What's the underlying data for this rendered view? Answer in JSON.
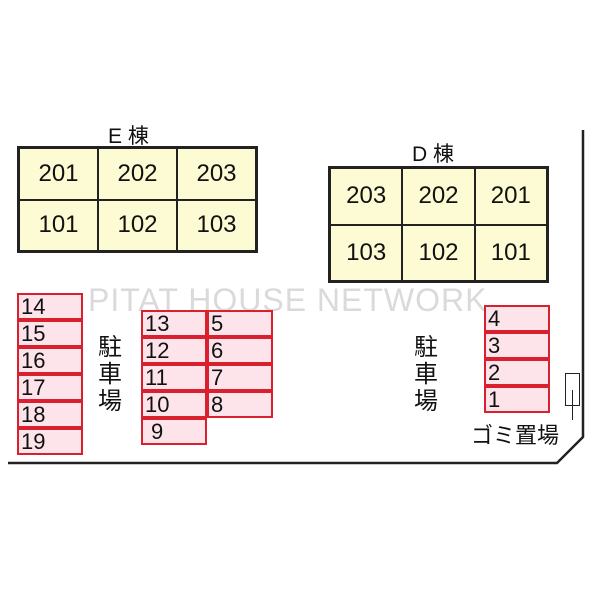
{
  "buildings": {
    "E": {
      "title": "E 棟",
      "top": [
        "201",
        "202",
        "203"
      ],
      "bottom": [
        "101",
        "102",
        "103"
      ]
    },
    "D": {
      "title": "D 棟",
      "top": [
        "203",
        "202",
        "201"
      ],
      "bottom": [
        "103",
        "102",
        "101"
      ]
    }
  },
  "parking": {
    "label": "駐車場",
    "left_column": [
      "14",
      "15",
      "16",
      "17",
      "18",
      "19"
    ],
    "middle_col1": [
      "13",
      "12",
      "11",
      "10",
      "9"
    ],
    "middle_col2": [
      "5",
      "6",
      "7",
      "8"
    ],
    "right_column": [
      "4",
      "3",
      "2",
      "1"
    ]
  },
  "garbage_label": "ゴミ置場",
  "watermark": "PITAT HOUSE NETWORK",
  "colors": {
    "building_fill": "#fdfbd3",
    "stall_fill": "#fde4ea",
    "stall_border": "#d8202f"
  }
}
